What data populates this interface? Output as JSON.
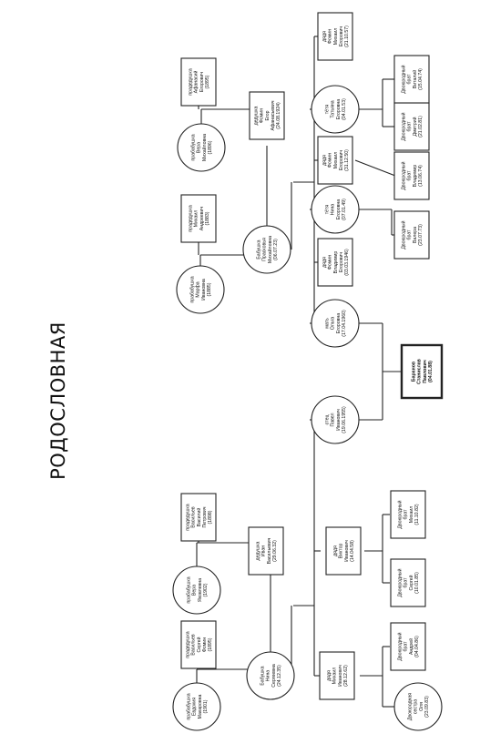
{
  "title": "РОДОСЛОВНАЯ",
  "people": {
    "ggm_evdokia": [
      "прабабушка",
      "Евдокия",
      "Макаровна",
      "(1901)"
    ],
    "ggf_vasily": [
      "прадедушка",
      "Васильев",
      "Сергей",
      "Фомин",
      "(1895)"
    ],
    "ggm_vera_yak": [
      "прабабушка",
      "Вера",
      "Яковлевна",
      "(1902)"
    ],
    "ggf_vasily_petr": [
      "прадедушка",
      "Васильев",
      "Василий",
      "Петрович",
      "(1898)"
    ],
    "gm_nina": [
      "Бабушка",
      "Нина",
      "Сергеевна",
      "(24.12.35)"
    ],
    "gf_ivan": [
      "дедушка",
      "Иван",
      "Васильевич",
      "(29.06.32)"
    ],
    "ggm_marfa": [
      "прабабушка",
      "Марфа",
      "Ивановна",
      "(1885)"
    ],
    "ggf_mikhail": [
      "прадедушка",
      "Михаил",
      "Андреевич",
      "(1883)"
    ],
    "ggm_vera_mikh": [
      "прабабушка",
      "Вера",
      "Михайловна",
      "(1896)"
    ],
    "ggf_egor": [
      "прадедушка",
      "Афанасий",
      "Егорович",
      "(1895)"
    ],
    "gm_praskovya": [
      "Бабушка",
      "Прасковья",
      "Михайловна",
      "(06.07.23)"
    ],
    "gf_egor": [
      "дедушка",
      "Фомин",
      "Егор",
      "Афанасьевич",
      "(24.08.1924)"
    ],
    "uncle_mikhail": [
      "дядя",
      "Михаил",
      "Иванович",
      "(28.12.62)"
    ],
    "uncle_viktor": [
      "дядя",
      "Виктор",
      "Иванович",
      "(14.04.58)"
    ],
    "father": [
      "отец",
      "Павел",
      "Иванович",
      "(19.06.1955)"
    ],
    "mother": [
      "мать",
      "Ольга",
      "Егоровна",
      "(17.04.1960)"
    ],
    "uncle_vladimir": [
      "дядя",
      "Фомин",
      "Владимир",
      "Егорович",
      "(03.03.1946)"
    ],
    "aunt_nina": [
      "тётя",
      "Нина",
      "Егоровна",
      "(07.01.49)"
    ],
    "uncle_mikhail2": [
      "дядя",
      "Фомин",
      "Михаил",
      "Егорович",
      "(31.12.50)"
    ],
    "aunt_tatiana": [
      "тётя",
      "Татьяна",
      "Егоровна",
      "(04.01.53)"
    ],
    "uncle_mikhail3": [
      "дядя",
      "Фомин",
      "Михаил",
      "Егорович",
      "(21.10.57)"
    ],
    "cousin_sister": [
      "Двоюродная",
      "сестра",
      "Оля",
      "(23.09.83)"
    ],
    "cousin_andrey": [
      "Двоюродный",
      "брат",
      "Андрей",
      "(04.04.86)"
    ],
    "cousin_sergey": [
      "Двоюродный",
      "брат",
      "Сергей",
      "(10.01.85)"
    ],
    "cousin_mikhail": [
      "Двоюродный",
      "брат",
      "Михаил",
      "(11.10.82)"
    ],
    "self": [
      "Баранов",
      "Станислав",
      "Павлович",
      "(04.01.88)"
    ],
    "cousin_valera": [
      "Двоюродный",
      "брат",
      "Валера",
      "(23.07.73)"
    ],
    "cousin_vladimir": [
      "Двоюродный",
      "брат",
      "Владимир",
      "(13.06.74)"
    ],
    "cousin_dmitry": [
      "Двоюродный",
      "брат",
      "Дмитрий",
      "(21.02.81)"
    ],
    "cousin_vitaly": [
      "Двоюродный",
      "брат",
      "Виталий",
      "(15.04.74)"
    ]
  }
}
